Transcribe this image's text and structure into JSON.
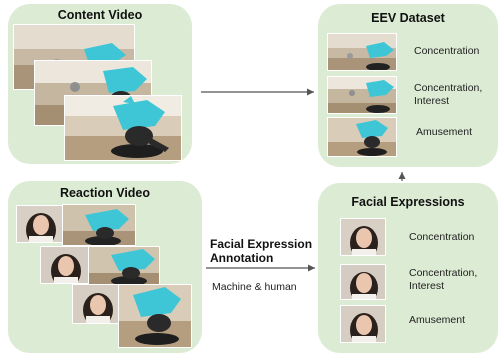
{
  "content_panel": {
    "title": "Content Video"
  },
  "reaction_panel": {
    "title": "Reaction Video"
  },
  "eev_panel": {
    "title": "EEV Dataset",
    "rows": [
      {
        "label": "Concentration"
      },
      {
        "label": "Concentration,\nInterest"
      },
      {
        "label": "Amusement"
      }
    ]
  },
  "facial_panel": {
    "title": "Facial Expressions",
    "rows": [
      {
        "label": "Concentration"
      },
      {
        "label": "Concentration,\nInterest"
      },
      {
        "label": "Amusement"
      }
    ]
  },
  "annotation": {
    "title": "Facial Expression\nAnnotation",
    "subtitle": "Machine & human"
  },
  "colors": {
    "panel_bg": "#dcebd4",
    "arrow": "#555555",
    "shark_blue": "#3fc6d6"
  }
}
